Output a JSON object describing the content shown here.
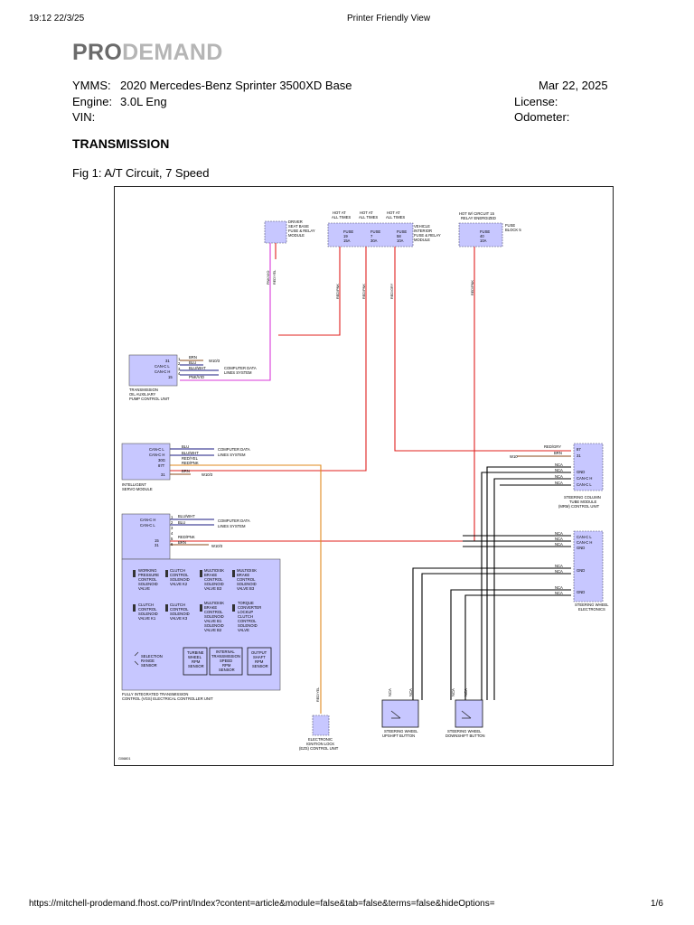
{
  "browser": {
    "datetime": "19:12 22/3/25",
    "page_title": "Printer Friendly View",
    "url": "https://mitchell-prodemand.fhost.co/Print/Index?content=article&module=false&tab=false&terms=false&hideOptions=",
    "page_count": "1/6"
  },
  "logo": {
    "part1": "PRO",
    "part2": "DEMAND"
  },
  "vehicle": {
    "ymms_label": "YMMS:",
    "ymms_value": "2020 Mercedes-Benz Sprinter 3500XD Base",
    "engine_label": "Engine:",
    "engine_value": "3.0L Eng",
    "vin_label": "VIN:",
    "date": "Mar 22, 2025",
    "license_label": "License:",
    "odometer_label": "Odometer:"
  },
  "section_title": "TRANSMISSION",
  "figure_title": "Fig 1: A/T Circuit, 7 Speed",
  "colors": {
    "red": "#e0201e",
    "magenta": "#d93ad9",
    "orange": "#e08a1e",
    "navy": "#1a1a80",
    "module_fill": "#c7c7ff"
  },
  "diagram": {
    "hot": {
      "at_all_times": [
        "HOT AT",
        "ALL TIMES"
      ],
      "circuit15": [
        "HOT W/ CIRCUIT 15",
        "RELAY ENERGIZED"
      ]
    },
    "driver_module": [
      "DRIVER",
      "SEAT BASE",
      "FUSE & RELAY",
      "MODULE"
    ],
    "interior_module": [
      "VEHICLE",
      "INTERIOR",
      "FUSE & RELAY",
      "MODULE"
    ],
    "fuse_block": [
      "FUSE",
      "BLOCK 5"
    ],
    "fuses": [
      {
        "name": "FUSE",
        "num": "19",
        "amp": "15A"
      },
      {
        "name": "FUSE",
        "num": "7",
        "amp": "30A"
      },
      {
        "name": "FUSE",
        "num": "58",
        "amp": "10A"
      },
      {
        "name": "FUSE",
        "num": "40",
        "amp": "10A"
      }
    ],
    "vert_wires": [
      "PNK/VIO",
      "RED/YEL",
      "RED/PNK",
      "RED/GRY",
      "RED/PNK"
    ],
    "oil_pump": {
      "pins": [
        "31",
        "CAN-C L",
        "CAN-C H",
        "15"
      ],
      "pin_nums": [
        "1",
        "2",
        "3",
        "4"
      ],
      "wires": [
        "BRN",
        "BLU",
        "BLU/WHT",
        "PNK/VIO"
      ],
      "labels": [
        "W10/3",
        "COMPUTER DATA",
        "LINES SYSTEM"
      ],
      "name": [
        "TRANSMISSION",
        "OIL AUXILIARY",
        "PUMP CONTROL UNIT"
      ]
    },
    "servo": {
      "pins": [
        "CAN-C L",
        "CAN-C H",
        "30G",
        "87T",
        "31"
      ],
      "wires": [
        "BLU",
        "BLU/WHT",
        "RED/YEL",
        "RED/PNK",
        "BRN"
      ],
      "labels": [
        "COMPUTER DATA",
        "LINES SYSTEM",
        "W10/3"
      ],
      "name": [
        "INTELLIGENT",
        "SERVO MODULE"
      ]
    },
    "vgs": {
      "pins": [
        "CAN-C H",
        "CAN-C L",
        "15",
        "31"
      ],
      "pin_nums": [
        "1",
        "2",
        "3",
        "4",
        "5",
        "6"
      ],
      "wires": [
        "BLU/WHT",
        "BLU",
        "RED/PNK",
        "BRN"
      ],
      "labels": [
        "COMPUTER DATA",
        "LINES SYSTEM",
        "W10/3"
      ],
      "components": [
        [
          "WORKING",
          "PRESSURE",
          "CONTROL",
          "SOLENOID",
          "VALVE"
        ],
        [
          "CLUTCH",
          "CONTROL",
          "SOLENOID",
          "VALVE K2"
        ],
        [
          "MULTIDISK",
          "BRAKE",
          "CONTROL",
          "SOLENOID",
          "VALVE B3"
        ],
        [
          "CLUTCH",
          "CONTROL",
          "SOLENOID",
          "VALVE K1"
        ],
        [
          "CLUTCH",
          "CONTROL",
          "SOLENOID",
          "VALVE K3"
        ],
        [
          "MULTIDISK",
          "BRAKE",
          "CONTROL",
          "SOLENOID",
          "VALVE B1"
        ],
        [
          "MULTIDISK",
          "BRAKE",
          "CONTROL",
          "SOLENOID",
          "VALVE B2"
        ],
        [
          "TORQUE",
          "CONVERTER",
          "LOCKUP",
          "CLUTCH",
          "CONTROL",
          "SOLENOID",
          "VALVE"
        ]
      ],
      "sensors": [
        [
          "SELECTION",
          "RANGE",
          "SENSOR"
        ],
        [
          "TURBINE",
          "WHEEL",
          "RPM",
          "SENSOR"
        ],
        [
          "INTERNAL",
          "TRANSMISSION",
          "SPEED",
          "RPM",
          "SENSOR"
        ],
        [
          "OUTPUT",
          "SHAFT",
          "RPM",
          "SENSOR"
        ]
      ],
      "name": [
        "FULLY INTEGRATED TRANSMISSION",
        "CONTROL (VGS) ELECTRICAL CONTROLLER UNIT"
      ]
    },
    "steering_column": {
      "pins": [
        "87",
        "31",
        "",
        "GND",
        "CAN-C H",
        "CAN-C L"
      ],
      "wires": [
        "RED/GRY",
        "BRN",
        "NCA",
        "NCA",
        "NCA",
        "NCA"
      ],
      "ground": "W10",
      "name": [
        "STEERING COLUMN",
        "TUBE MODULE",
        "(MRM) CONTROL UNIT"
      ]
    },
    "steering_wheel": {
      "pins": [
        "CAN-C L",
        "CAN-C H",
        "GND",
        "",
        "GND",
        "",
        "GND",
        ""
      ],
      "wires": [
        "NCA",
        "NCA",
        "NCA",
        "NCA",
        "NCA",
        "NCA",
        "NCA",
        "NCA"
      ],
      "name": [
        "STEERING WHEEL",
        "ELECTRONICS"
      ]
    },
    "ignition": {
      "wire": "RED/YEL",
      "name": [
        "ELECTRONIC",
        "IGNITION LOCK",
        "(EZS) CONTROL UNIT"
      ]
    },
    "upshift": {
      "wires": [
        "NCA",
        "NCA"
      ],
      "name": [
        "STEERING WHEEL",
        "UPSHIFT BUTTON"
      ]
    },
    "downshift": {
      "wires": [
        "NCA",
        "NCA"
      ],
      "name": [
        "STEERING WHEEL",
        "DOWNSHIFT BUTTON"
      ]
    },
    "ref": "G06801"
  }
}
